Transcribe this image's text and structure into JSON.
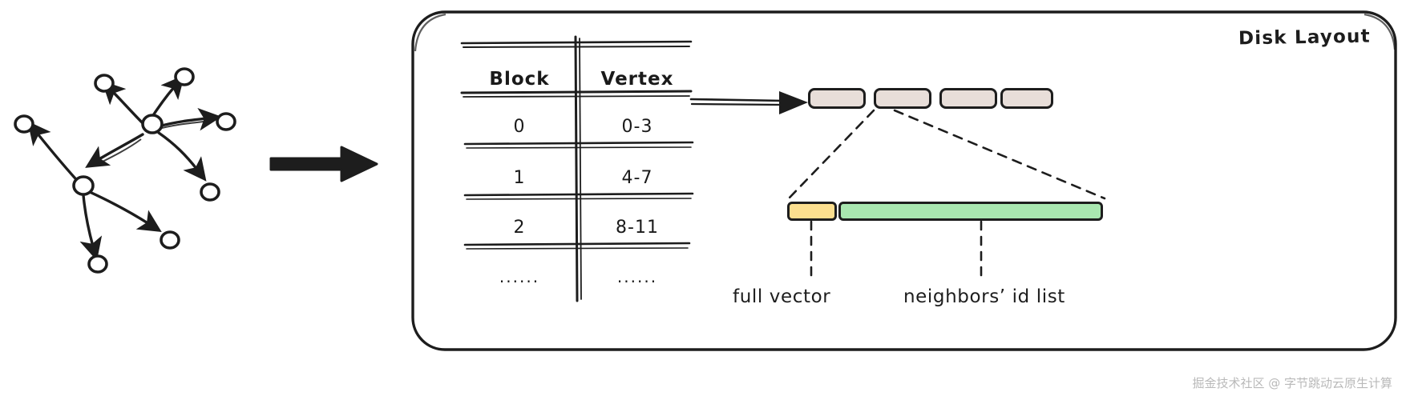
{
  "diagram": {
    "title": "Disk Layout",
    "left_graph": {
      "name": "directed-graph",
      "node_count": 9,
      "edge_count": 9,
      "node_glyph": "circle-outline"
    },
    "transform_arrow": {
      "icon": "thick-right-arrow",
      "label": ""
    },
    "table": {
      "columns": [
        "Block",
        "Vertex"
      ],
      "rows": [
        {
          "block": "0",
          "vertex": "0-3"
        },
        {
          "block": "1",
          "vertex": "4-7"
        },
        {
          "block": "2",
          "vertex": "8-11"
        },
        {
          "block": "······",
          "vertex": "······"
        }
      ]
    },
    "mapping_arrow": {
      "icon": "right-arrow"
    },
    "disk_blocks": [
      {
        "id": "block-0",
        "color": "#e8ded9"
      },
      {
        "id": "block-1",
        "color": "#e8ded9"
      },
      {
        "id": "block-2",
        "color": "#e8ded9"
      },
      {
        "id": "block-3",
        "color": "#e8ded9"
      }
    ],
    "block_detail": {
      "segments": [
        {
          "id": "full-vector",
          "label": "full vector",
          "color": "#fcdf8f"
        },
        {
          "id": "neighbors-id-list",
          "label": "neighbors’ id list",
          "color": "#a9e7b0"
        }
      ]
    },
    "watermark": "掘金技术社区 @ 字节跳动云原生计算"
  }
}
